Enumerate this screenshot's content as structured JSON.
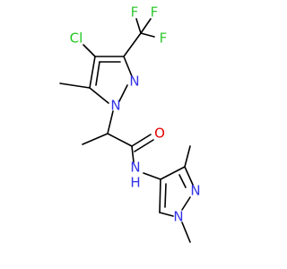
{
  "molecule": {
    "atoms": {
      "cl": "Cl",
      "f_top_left": "F",
      "f_top_right": "F",
      "f_right": "F",
      "n_pz1_upper": "N",
      "n_pz1_lower": "N",
      "o_carbonyl": "O",
      "n_amide": "N",
      "h_amide": "H",
      "n_pz2_upper": "N",
      "n_pz2_lower": "N"
    }
  },
  "colors": {
    "bond": "#000000",
    "nitrogen": "#3232e6",
    "oxygen": "#e60000",
    "chlorine": "#1ec81e",
    "fluorine": "#32c832"
  }
}
